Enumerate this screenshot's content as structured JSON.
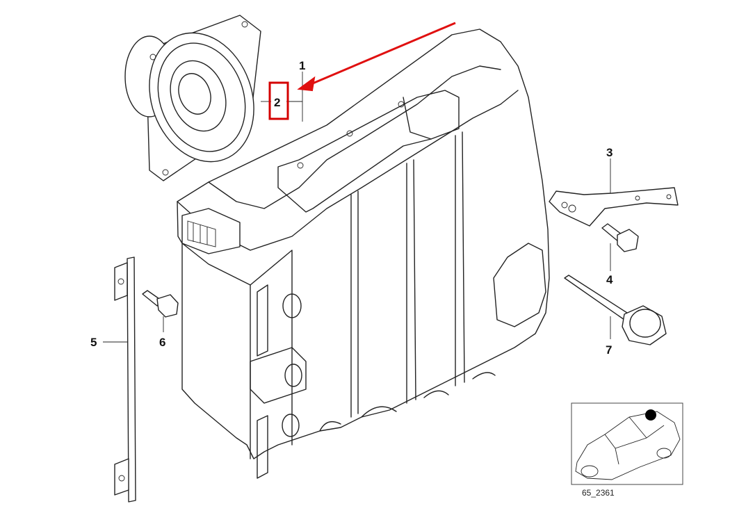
{
  "diagram": {
    "callouts": [
      "1",
      "2",
      "3",
      "4",
      "5",
      "6",
      "7"
    ],
    "reference_code": "65_2361",
    "highlight_color": "#d40000",
    "arrow_color": "#e01010"
  },
  "parts": {
    "speaker": "speaker-icon",
    "subwoofer_box": "subwoofer-enclosure-icon",
    "bracket": "bracket-icon",
    "bolt": "bolt-icon",
    "strap": "mounting-strap-icon",
    "knob_screw": "knob-screw-icon",
    "car_locator": "car-locator-icon"
  }
}
